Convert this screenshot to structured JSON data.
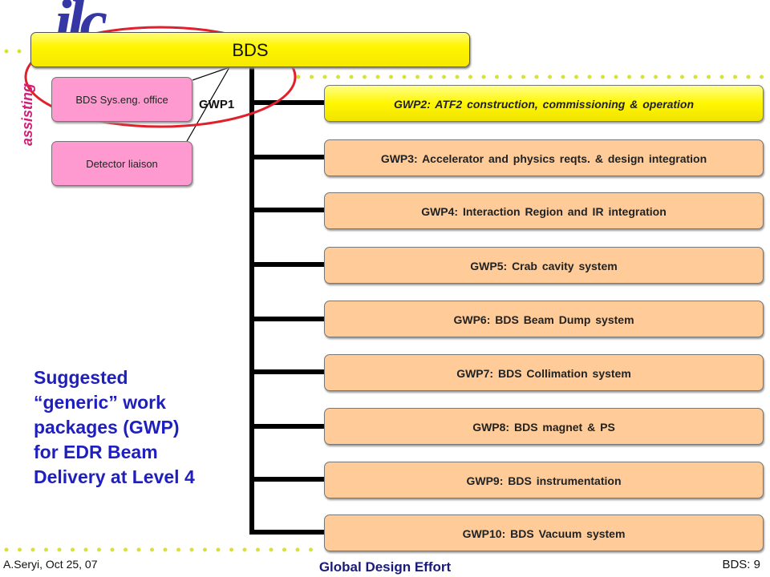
{
  "logo_text": "ilc",
  "side_label": "assisting",
  "top_box": "BDS",
  "side_boxes": {
    "sys_eng": "BDS Sys.eng. office",
    "detector": "Detector liaison"
  },
  "gwp1_label": "GWP1",
  "work_packages": [
    "GWP2:  ATF2  construction,   commissioning  &  operation",
    "GWP3:  Accelerator  and  physics  reqts.  &  design  integration",
    "GWP4:  Interaction  Region  and  IR  integration",
    "GWP5:  Crab  cavity  system",
    "GWP6:  BDS  Beam  Dump  system",
    "GWP7:  BDS  Collimation  system",
    "GWP8:  BDS  magnet  &  PS",
    "GWP9:  BDS  instrumentation",
    "GWP10:  BDS  Vacuum  system"
  ],
  "suggested_text": [
    "Suggested",
    "“generic” work",
    "packages (GWP)",
    "for EDR Beam",
    "Delivery at Level 4"
  ],
  "footer": {
    "author_date": "A.Seryi, Oct 25, 07",
    "organization": "Global Design Effort",
    "page": "BDS: 9"
  },
  "colors": {
    "top_box": "#fff600",
    "pink_boxes": "#ff9ad0",
    "work_packages": "#ffcc99",
    "highlight_circle": "#e0202a",
    "dots": "#d8e03a",
    "suggested_text": "#1f1fbf"
  }
}
